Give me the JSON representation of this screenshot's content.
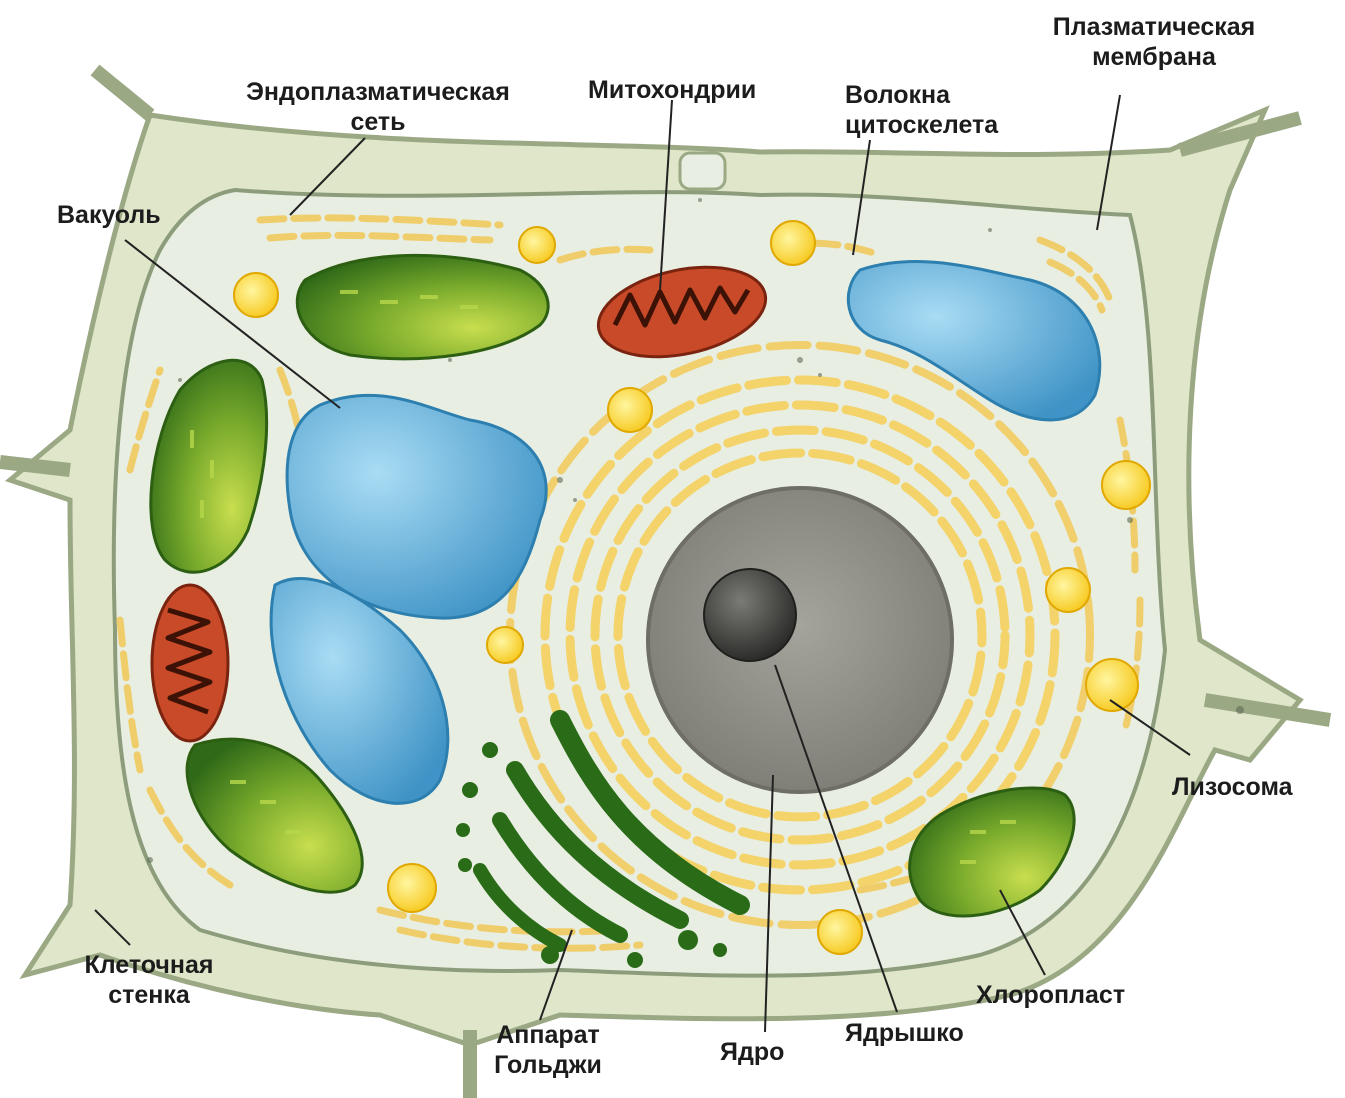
{
  "labels": {
    "er": [
      "Эндоплазматическая",
      "сеть"
    ],
    "mito": "Митохондрии",
    "cyto": [
      "Волокна",
      "цитоскелета"
    ],
    "membrane": [
      "Плазматическая",
      "мембрана"
    ],
    "vacuole": "Вакуоль",
    "lysosome": "Лизосома",
    "wall": [
      "Клеточная",
      "стенка"
    ],
    "golgi": [
      "Аппарат",
      "Гольджи"
    ],
    "nucleus": "Ядро",
    "nucleolus": "Ядрышко",
    "chloroplast": "Хлоропласт"
  },
  "colors": {
    "cell_wall": "#dfe6c9",
    "wall_edge": "#9aa884",
    "cytoplasm": "#e8eee2",
    "er": "#f3d36a",
    "vacuole": "#64b4dc",
    "chloroplast": "#5f9a26",
    "mitochondria": "#c84a28",
    "nucleus": "#8f8f88",
    "nucleolus": "#3a3a38",
    "lysosome": "#fcd94a",
    "golgi": "#2a6b18"
  }
}
